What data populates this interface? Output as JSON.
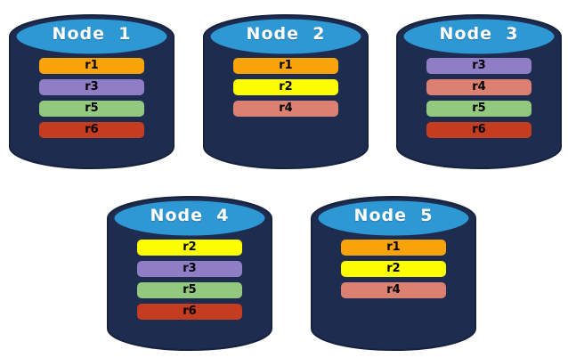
{
  "diagram": {
    "description": "Five database nodes showing replica placement",
    "background": "#ffffff",
    "palette": {
      "cylinder_body": "#1D2C4F",
      "cylinder_outline": "#16223E",
      "cylinder_top": "#2E98D4",
      "title_color": "#FFFFFF",
      "bar_text_color": "#000000"
    },
    "replica_colors": {
      "r1": "#F9A30B",
      "r2": "#FDFF00",
      "r3": "#8F7EC6",
      "r4": "#DC8071",
      "r5": "#93C97F",
      "r6": "#C43D21"
    },
    "nodes": [
      {
        "title": "Node  1",
        "replicas": [
          "r1",
          "r3",
          "r5",
          "r6"
        ]
      },
      {
        "title": "Node  2",
        "replicas": [
          "r1",
          "r2",
          "r4"
        ]
      },
      {
        "title": "Node  3",
        "replicas": [
          "r3",
          "r4",
          "r5",
          "r6"
        ]
      },
      {
        "title": "Node  4",
        "replicas": [
          "r2",
          "r3",
          "r5",
          "r6"
        ]
      },
      {
        "title": "Node  5",
        "replicas": [
          "r1",
          "r2",
          "r4"
        ]
      }
    ]
  }
}
